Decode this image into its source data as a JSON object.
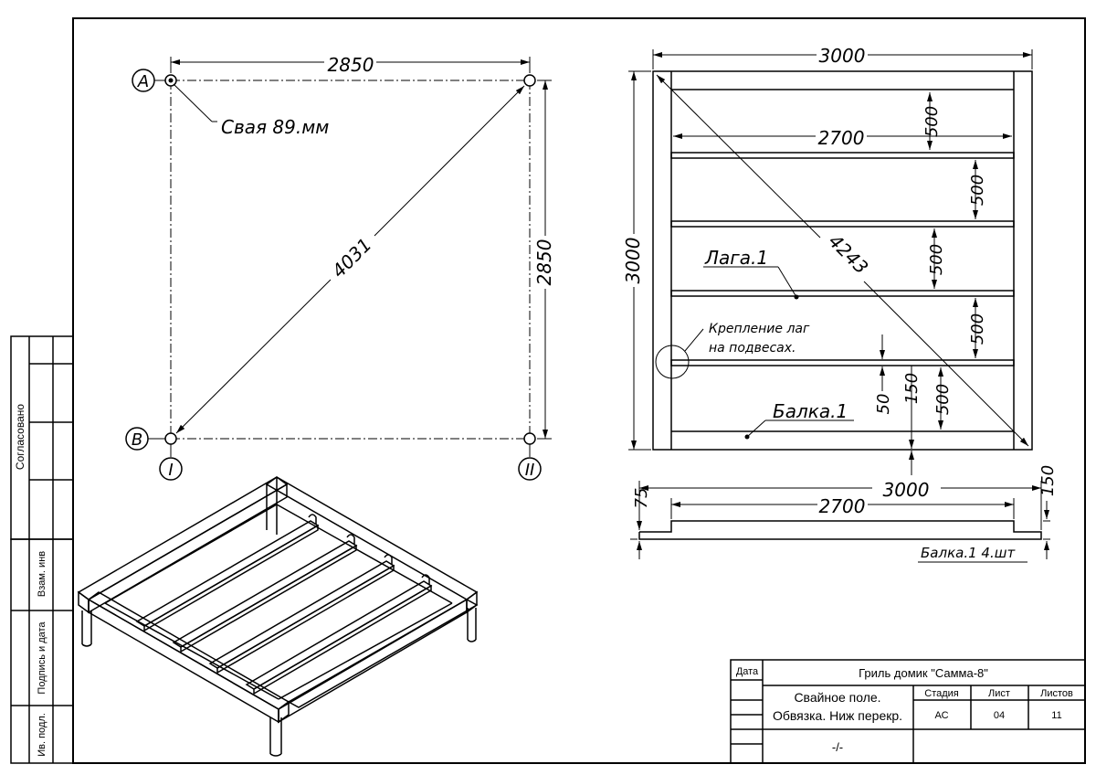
{
  "pile_plan": {
    "dim_top": "2850",
    "dim_right": "2850",
    "dim_diag": "4031",
    "pile_label": "Свая 89.мм",
    "axis_a": "A",
    "axis_b": "B",
    "axis_1": "I",
    "axis_2": "II"
  },
  "frame_plan": {
    "dim_overall_w": "3000",
    "dim_overall_h": "3000",
    "dim_inner": "2700",
    "dim_diag": "4243",
    "spacings": [
      "500",
      "500",
      "500",
      "500",
      "500"
    ],
    "dim_50": "50",
    "dim_150": "150",
    "label_lag": "Лага.1",
    "label_mount_1": "Крепление лаг",
    "label_mount_2": "на подвесах.",
    "label_beam": "Балка.1"
  },
  "beam_detail": {
    "dim_len": "3000",
    "dim_inner": "2700",
    "dim_75": "75",
    "dim_150": "150",
    "caption": "Балка.1 4.шт"
  },
  "side_stamp": {
    "agreed": "Согласовано",
    "replace": "Взам. инв",
    "sign_date": "Подпись и дата",
    "inv_orig": "Ив. подл."
  },
  "title_block": {
    "date_label": "Дата",
    "project": "Гриль домик \"Самма-8\"",
    "sheet_title_1": "Свайное поле.",
    "sheet_title_2": "Обвязка. Ниж перекр.",
    "stage_label": "Стадия",
    "sheet_label": "Лист",
    "sheets_label": "Листов",
    "stage": "АС",
    "sheet_no": "04",
    "sheets_total": "11",
    "dash": "-/-"
  }
}
